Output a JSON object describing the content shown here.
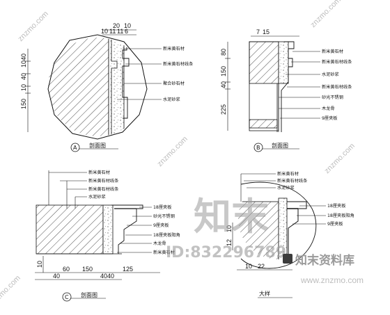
{
  "section_a": {
    "dims_top": [
      "20",
      "10",
      "10",
      "11",
      "11",
      "6"
    ],
    "dims_left": [
      "40",
      "10",
      "40",
      "10",
      "150"
    ],
    "labels": [
      "新米黄石材",
      "新米黄石材线条",
      "聚合砂石材",
      "水泥砂浆"
    ],
    "marker": "A",
    "caption": "剖面图"
  },
  "section_b": {
    "dims_top": [
      "7",
      "15"
    ],
    "dims_left": [
      "80",
      "150",
      "40",
      "225"
    ],
    "labels": [
      "新米黄石材",
      "新米黄石材线条",
      "水泥砂浆",
      "新米黄石材线条",
      "砂光不锈钢",
      "木龙骨",
      "9厘夹板"
    ],
    "marker": "B",
    "caption": "剖面图"
  },
  "section_c": {
    "dims_bottom": [
      "60",
      "150",
      "125",
      "40",
      "40",
      "40"
    ],
    "dims_left": [
      "10"
    ],
    "labels": [
      "新米黄石材",
      "新米黄石材线条",
      "新米黄石材线条",
      "水泥砂浆",
      "18厘夹板",
      "砂光不锈钢",
      "9厘夹板",
      "18厘夹板阳角",
      "木龙骨",
      "新米黄石材"
    ],
    "marker": "C",
    "caption": "剖面图"
  },
  "detail": {
    "labels": [
      "新米黄石材",
      "新米黄石材线条",
      "水泥砂浆",
      "18厘夹板",
      "18厘夹板阳角",
      "9厘夹板"
    ],
    "dims_bottom": [
      "10",
      "22"
    ],
    "dims_left": [
      "10",
      "12"
    ],
    "caption": "大样"
  },
  "watermark": {
    "logo_text": "知末",
    "id_text": "ID:832296789",
    "brand_name": "知末资料库",
    "brand_url": "www.znzmo.com",
    "diag_text": "znzmo.com"
  }
}
